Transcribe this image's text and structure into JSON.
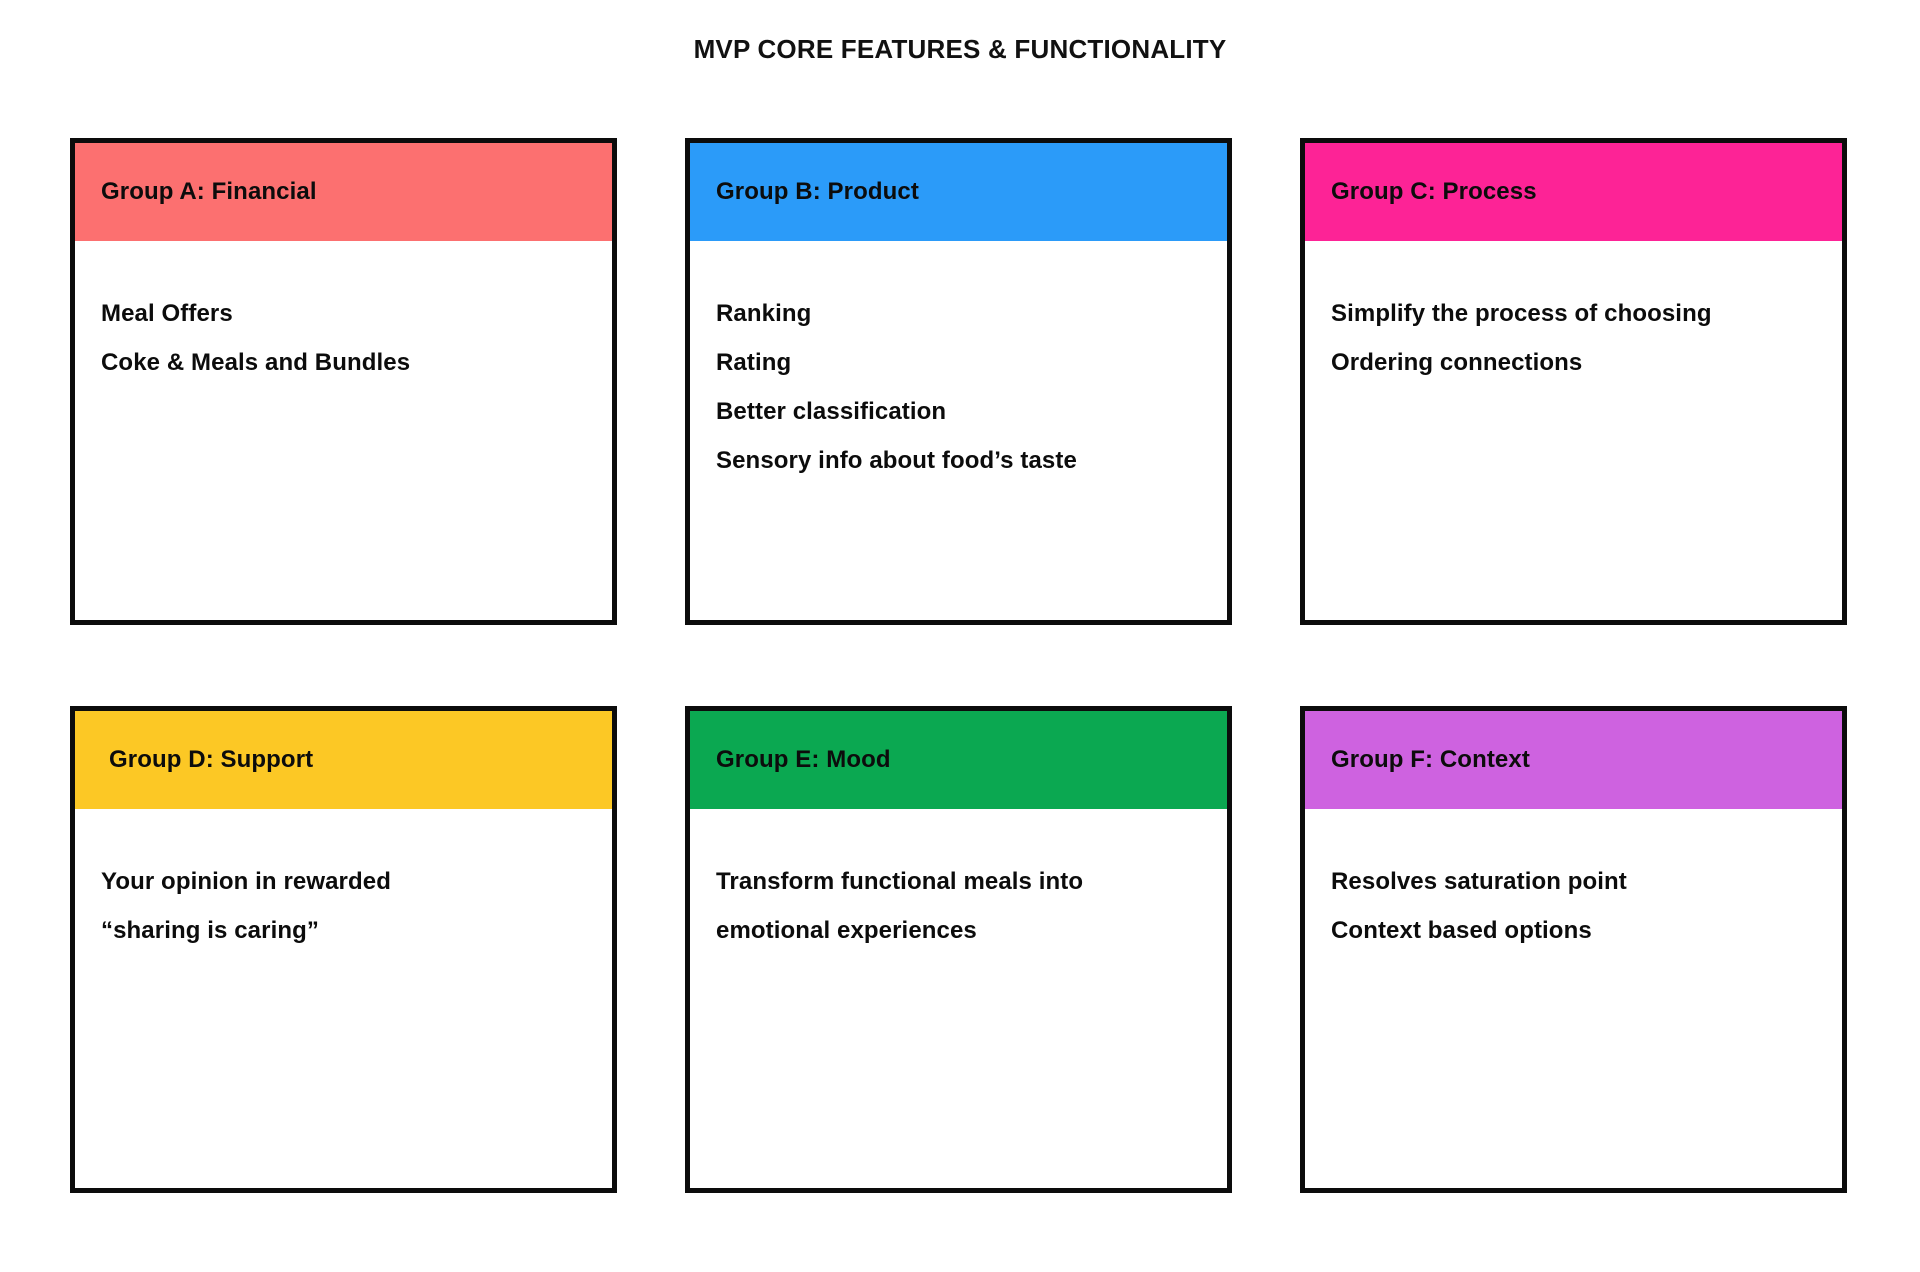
{
  "page": {
    "title": "MVP CORE FEATURES & FUNCTIONALITY",
    "background": "#ffffff",
    "border_color": "#0c0c0c",
    "text_color": "#0c0c0c"
  },
  "groups": [
    {
      "id": "group-a",
      "header": "Group A: Financial",
      "color": "#FC7070",
      "items": [
        "Meal Offers",
        "Coke & Meals and Bundles"
      ]
    },
    {
      "id": "group-b",
      "header": "Group B: Product",
      "color": "#2B9BF9",
      "items": [
        "Ranking",
        "Rating",
        "Better classification",
        "Sensory info about food’s taste"
      ]
    },
    {
      "id": "group-c",
      "header": "Group C: Process",
      "color": "#FD2396",
      "items": [
        "Simplify the process of choosing",
        "Ordering connections"
      ]
    },
    {
      "id": "group-d",
      "header": "Group D: Support",
      "color": "#FCC825",
      "items": [
        "Your opinion in rewarded",
        "“sharing is caring”"
      ]
    },
    {
      "id": "group-e",
      "header": "Group E: Mood",
      "color": "#0BA851",
      "items": [
        "Transform functional meals into emotional experiences"
      ]
    },
    {
      "id": "group-f",
      "header": "Group F: Context",
      "color": "#CE62E0",
      "items": [
        "Resolves saturation point",
        "Context based options"
      ]
    }
  ]
}
